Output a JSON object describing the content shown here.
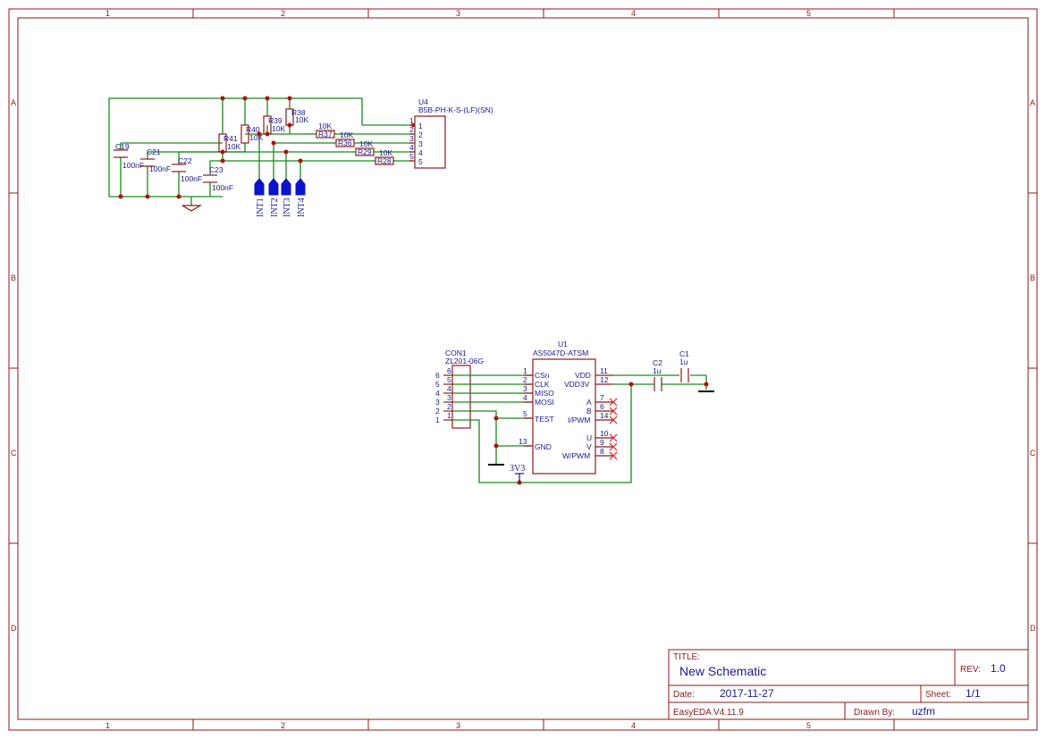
{
  "border": {
    "columns": [
      "1",
      "2",
      "3",
      "4",
      "5"
    ],
    "rows": [
      "A",
      "B",
      "C",
      "D"
    ]
  },
  "title_block": {
    "title_label": "TITLE:",
    "title": "New Schematic",
    "rev_label": "REV:",
    "rev": "1.0",
    "date_label": "Date:",
    "date": "2017-11-27",
    "sheet_label": "Sheet:",
    "sheet": "1/1",
    "software": "EasyEDA V4.11.9",
    "drawn_by_label": "Drawn By:",
    "drawn_by": "uzfm"
  },
  "connector_u4": {
    "ref": "U4",
    "part": "B5B-PH-K-S-(LF)(SN)",
    "pins": [
      "1",
      "2",
      "3",
      "4",
      "5"
    ]
  },
  "resistors": [
    {
      "ref": "R38",
      "value": "10K"
    },
    {
      "ref": "R39",
      "value": "10K"
    },
    {
      "ref": "R40",
      "value": "10K"
    },
    {
      "ref": "R41",
      "value": "10K"
    },
    {
      "ref": "R37",
      "value": "10K"
    },
    {
      "ref": "R36",
      "value": "10K"
    },
    {
      "ref": "R29",
      "value": "10K"
    },
    {
      "ref": "R28",
      "value": "10K"
    }
  ],
  "capacitors_left": [
    {
      "ref": "C19",
      "value": "100nF"
    },
    {
      "ref": "C21",
      "value": "100nF"
    },
    {
      "ref": "C22",
      "value": "100nF"
    },
    {
      "ref": "C23",
      "value": "100nF"
    }
  ],
  "net_flags": [
    "INT1",
    "INT2",
    "INT3",
    "INT4"
  ],
  "con1": {
    "ref": "CON1",
    "part": "ZL201-06G",
    "pins_outer": [
      "6",
      "5",
      "4",
      "3",
      "2",
      "1"
    ],
    "pins_inner": [
      "6",
      "5",
      "4",
      "3",
      "2",
      "1"
    ]
  },
  "u1": {
    "ref": "U1",
    "part": "AS5047D-ATSM",
    "left_pins": [
      {
        "num": "1",
        "name": "CSn"
      },
      {
        "num": "2",
        "name": "CLK"
      },
      {
        "num": "3",
        "name": "MISO"
      },
      {
        "num": "4",
        "name": "MOSI"
      },
      {
        "num": "5",
        "name": "TEST"
      },
      {
        "num": "13",
        "name": "GND"
      }
    ],
    "right_pins": [
      {
        "num": "11",
        "name": "VDD"
      },
      {
        "num": "12",
        "name": "VDD3V"
      },
      {
        "num": "7",
        "name": "A"
      },
      {
        "num": "6",
        "name": "B"
      },
      {
        "num": "14",
        "name": "I/PWM"
      },
      {
        "num": "10",
        "name": "U"
      },
      {
        "num": "9",
        "name": "V"
      },
      {
        "num": "8",
        "name": "W/PWM"
      }
    ]
  },
  "caps_right": [
    {
      "ref": "C2",
      "value": "1u"
    },
    {
      "ref": "C1",
      "value": "1u"
    }
  ],
  "power_label": "3V3",
  "colors": {
    "frame": "#8b1a1a",
    "wire": "#1a8a1a",
    "text": "#1a1a8b",
    "junction": "#b01010",
    "flag": "#0a14c8",
    "no_connect": "#e02020"
  }
}
